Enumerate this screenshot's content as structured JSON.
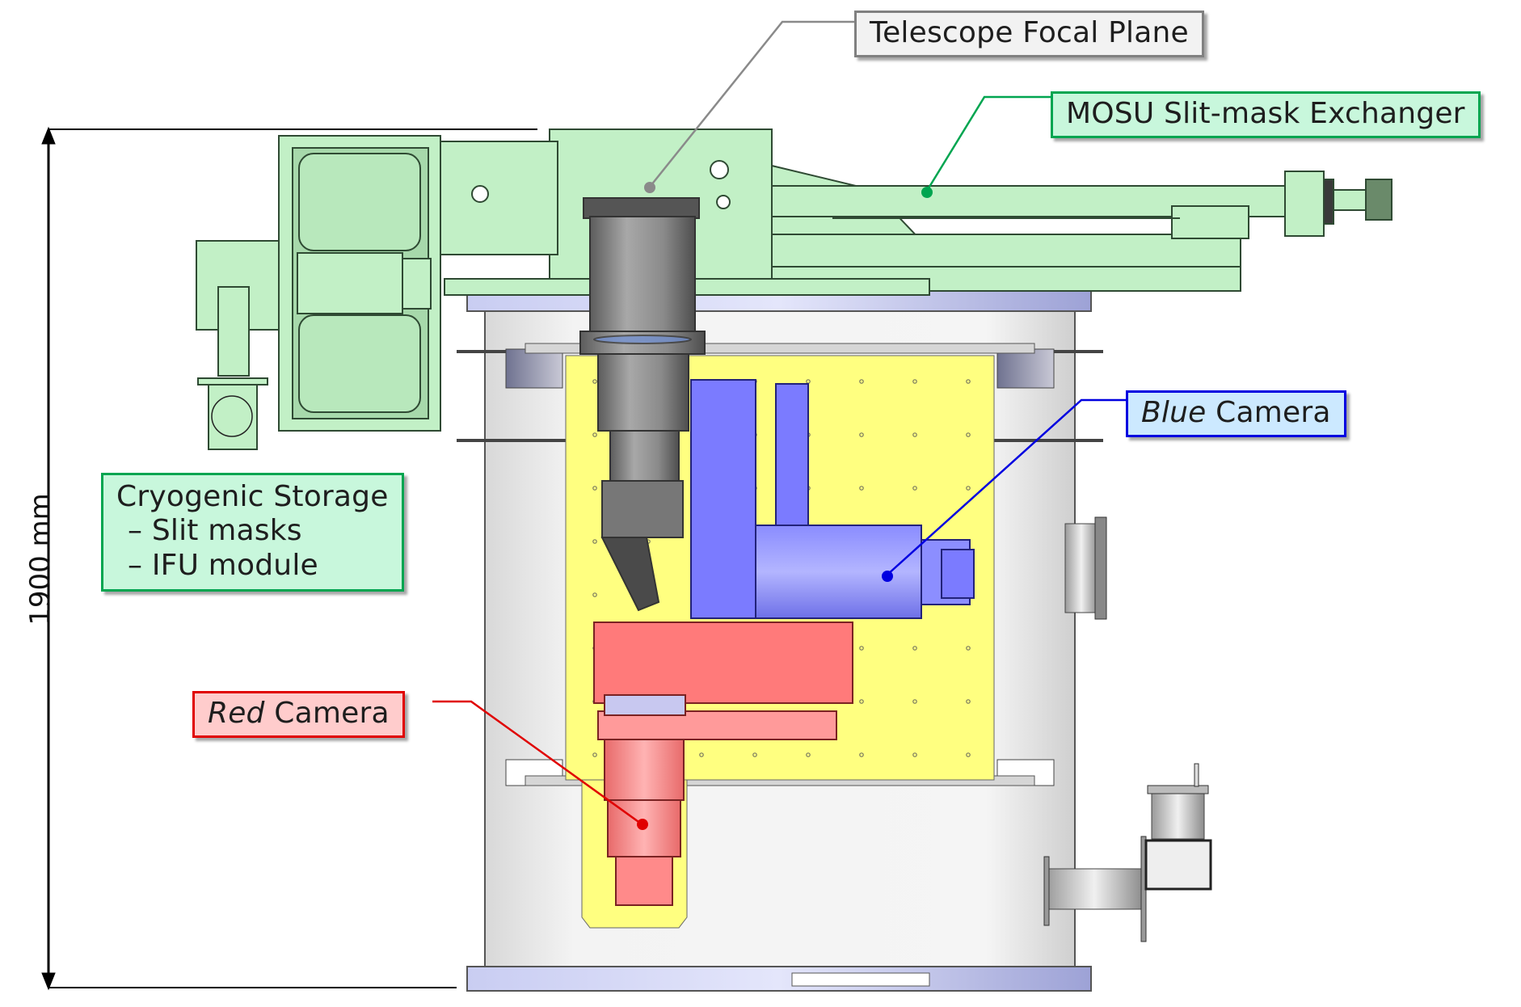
{
  "diagram": {
    "subject": "Spectrograph cryostat cross-section with slit-mask exchanger and cameras",
    "dimension": {
      "label": "1900 mm",
      "orientation": "vertical"
    },
    "callouts": {
      "focal_plane": {
        "text": "Telescope Focal Plane",
        "border": "#808080",
        "fill": "#f2f2f2",
        "leader": "#8a8a8a"
      },
      "exchanger": {
        "text": "MOSU Slit-mask Exchanger",
        "border": "#00a550",
        "fill": "#c8f7dc",
        "leader": "#00a550"
      },
      "storage": {
        "title": "Cryogenic Storage",
        "items": [
          "– Slit masks",
          "– IFU module"
        ],
        "border": "#00a550",
        "fill": "#c8f7dc"
      },
      "blue_camera": {
        "emph": "Blue",
        "rest": " Camera",
        "border": "#0000e0",
        "fill": "#cce9ff",
        "leader": "#0000e0"
      },
      "red_camera": {
        "emph": "Red",
        "rest": " Camera",
        "border": "#e00000",
        "fill": "#ffcccc",
        "leader": "#e00000"
      }
    },
    "component_colors": {
      "exchanger_green": "#c2f0c6",
      "optical_bench_yellow": "#ffff80",
      "blue_camera": "#7b7bff",
      "red_camera": "#ff7a7a",
      "vessel_gray": "#efefef",
      "collimator_gray": "#8f8f8f"
    }
  }
}
